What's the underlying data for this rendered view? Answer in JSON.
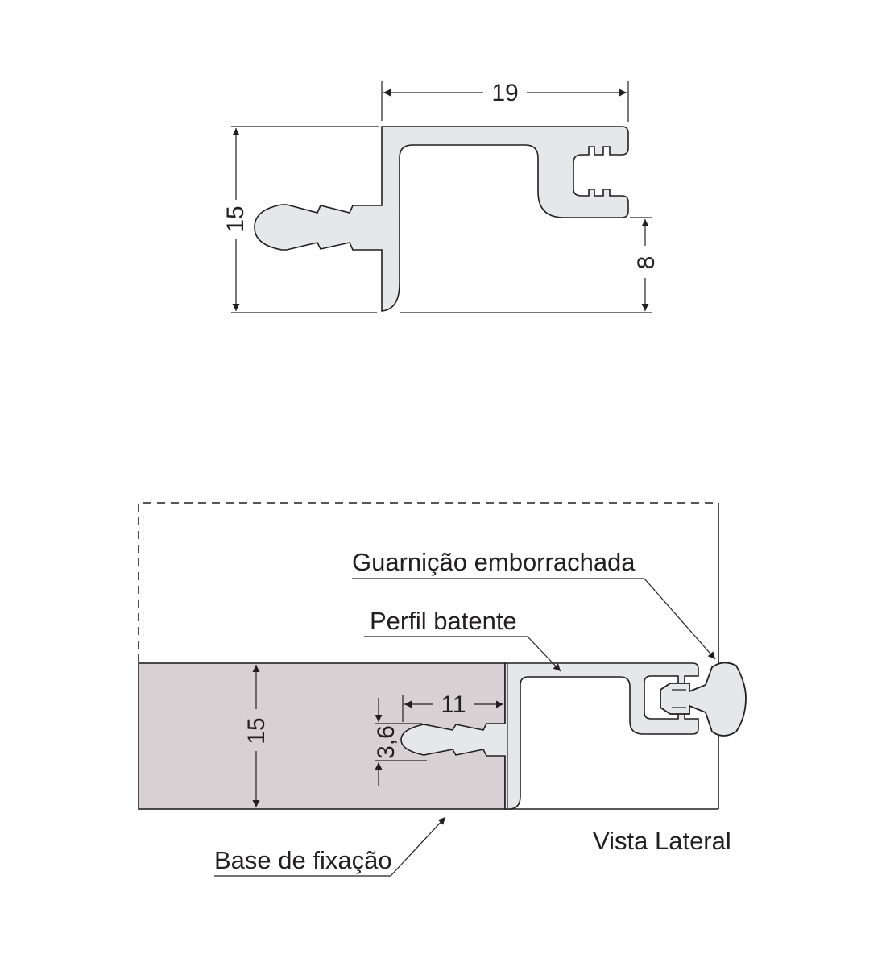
{
  "colors": {
    "ink": "#231f20",
    "profile_fill": "#e6e7e8",
    "base_fill": "#d7d1d3",
    "gasket_fill": "#e6e7e8"
  },
  "top_view": {
    "dimension_width": "19",
    "dimension_height": "15",
    "dimension_opening": "8"
  },
  "side_view": {
    "label_gasket": "Guarnição emborrachada",
    "label_profile": "Perfil batente",
    "label_base": "Base de fixação",
    "label_view": "Vista Lateral",
    "dimension_height": "15",
    "dimension_depth": "11",
    "dimension_thickness": "3,6"
  }
}
